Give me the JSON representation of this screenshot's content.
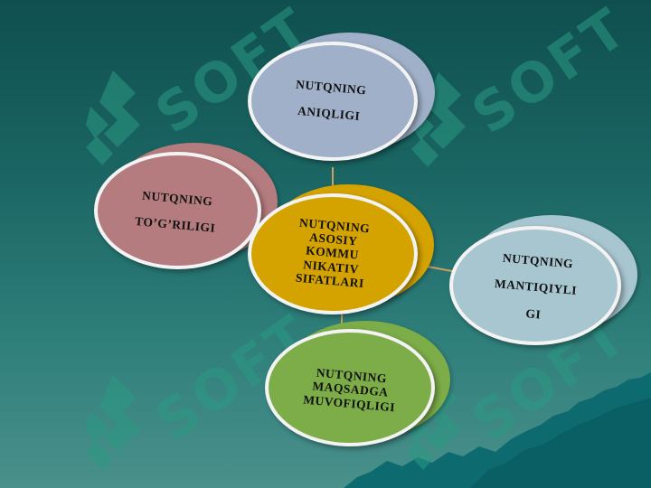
{
  "background": {
    "top_color": "#0f4f4f",
    "bottom_color": "#4a908b",
    "mountain_color": "#0d6b70"
  },
  "watermark": {
    "text": "SOFT",
    "color": "#2a9a82"
  },
  "diagram": {
    "center": {
      "lines": [
        "NUTQNING",
        "ASOSIY",
        "KOMMU",
        "NIKATIV",
        "SIFATLARI"
      ],
      "color": "#d4a300"
    },
    "nodes": [
      {
        "id": "top",
        "lines": [
          "NUTQNING",
          "",
          "ANIQLIGI"
        ],
        "color": "#9fb0c8"
      },
      {
        "id": "left",
        "lines": [
          "NUTQNING",
          "",
          "TO’G’RILIGI"
        ],
        "color": "#b47c7e"
      },
      {
        "id": "right",
        "lines": [
          "NUTQNING",
          "",
          "MANTIQIYLI",
          "",
          "GI"
        ],
        "color": "#a8c6d0"
      },
      {
        "id": "bottom",
        "lines": [
          "NUTQNING",
          "MAQSADGA",
          "MUVOFIQLIGI"
        ],
        "color": "#7cad48"
      }
    ],
    "connector_color": "#c9a25a"
  }
}
